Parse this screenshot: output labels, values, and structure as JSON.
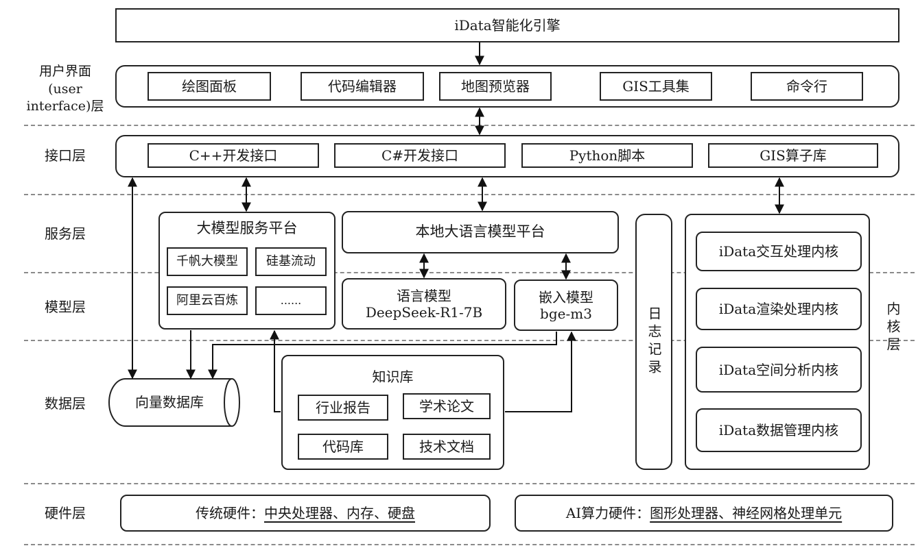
{
  "engine": {
    "title": "iData智能化引擎"
  },
  "layers": {
    "ui": {
      "label_line1": "用户界面",
      "label_line2": "(user",
      "label_line3": "interface)层",
      "items": [
        "绘图面板",
        "代码编辑器",
        "地图预览器",
        "GIS工具集",
        "命令行"
      ]
    },
    "interface": {
      "label": "接口层",
      "items": [
        "C++开发接口",
        "C#开发接口",
        "Python脚本",
        "GIS算子库"
      ]
    },
    "service": {
      "label": "服务层",
      "llm_service_platform": {
        "title": "大模型服务平台",
        "items": [
          "千帆大模型",
          "硅基流动",
          "阿里云百炼",
          "......"
        ]
      },
      "local_llm_platform": {
        "title": "本地大语言模型平台"
      }
    },
    "model": {
      "label": "模型层",
      "language_model": {
        "title": "语言模型",
        "name": "DeepSeek-R1-7B"
      },
      "embedding_model": {
        "title": "嵌入模型",
        "name": "bge-m3"
      }
    },
    "data": {
      "label": "数据层",
      "vector_db": "向量数据库",
      "knowledge_base": {
        "title": "知识库",
        "items": [
          "行业报告",
          "学术论文",
          "代码库",
          "技术文档"
        ]
      }
    },
    "logging": {
      "label": "日志记录"
    },
    "kernel": {
      "label": "内核层",
      "items": [
        "iData交互处理内核",
        "iData渲染处理内核",
        "iData空间分析内核",
        "iData数据管理内核"
      ]
    },
    "hardware": {
      "label": "硬件层",
      "traditional": {
        "prefix": "传统硬件：",
        "detail": "中央处理器、内存、硬盘"
      },
      "ai": {
        "prefix": "AI算力硬件：",
        "detail": "图形处理器、神经网格处理单元"
      }
    }
  }
}
